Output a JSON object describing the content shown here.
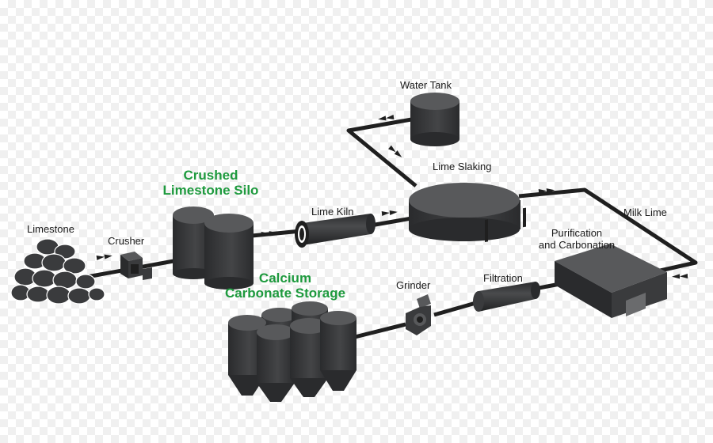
{
  "colors": {
    "equipment": "#3a3b3d",
    "equipment_dark": "#2a2b2d",
    "equipment_top": "#58595b",
    "pipe": "#1f1f1f",
    "highlight_label": "#1e9a3e"
  },
  "labels": {
    "limestone": "Limestone",
    "crusher": "Crusher",
    "crushed_silo_line1": "Crushed",
    "crushed_silo_line2": "Limestone Silo",
    "lime_kiln": "Lime Kiln",
    "water_tank": "Water Tank",
    "lime_slaking": "Lime Slaking",
    "milk_lime": "Milk Lime",
    "purification_line1": "Purification",
    "purification_line2": "and Carbonation",
    "filtration": "Filtration",
    "grinder": "Grinder",
    "storage_line1": "Calcium",
    "storage_line2": "Carbonate Storage"
  },
  "icons": {
    "limestone_pile": "rock-pile-icon",
    "crusher": "crusher-icon",
    "silo": "cylinder-silo-icon",
    "kiln": "rotary-kiln-icon",
    "water_tank": "tank-icon",
    "slaker": "slaker-vessel-icon",
    "reactor": "box-reactor-icon",
    "filter": "filter-cylinder-icon",
    "grinder": "grinder-icon",
    "storage": "hopper-silo-icon",
    "flow_arrow": "double-arrow-icon"
  }
}
